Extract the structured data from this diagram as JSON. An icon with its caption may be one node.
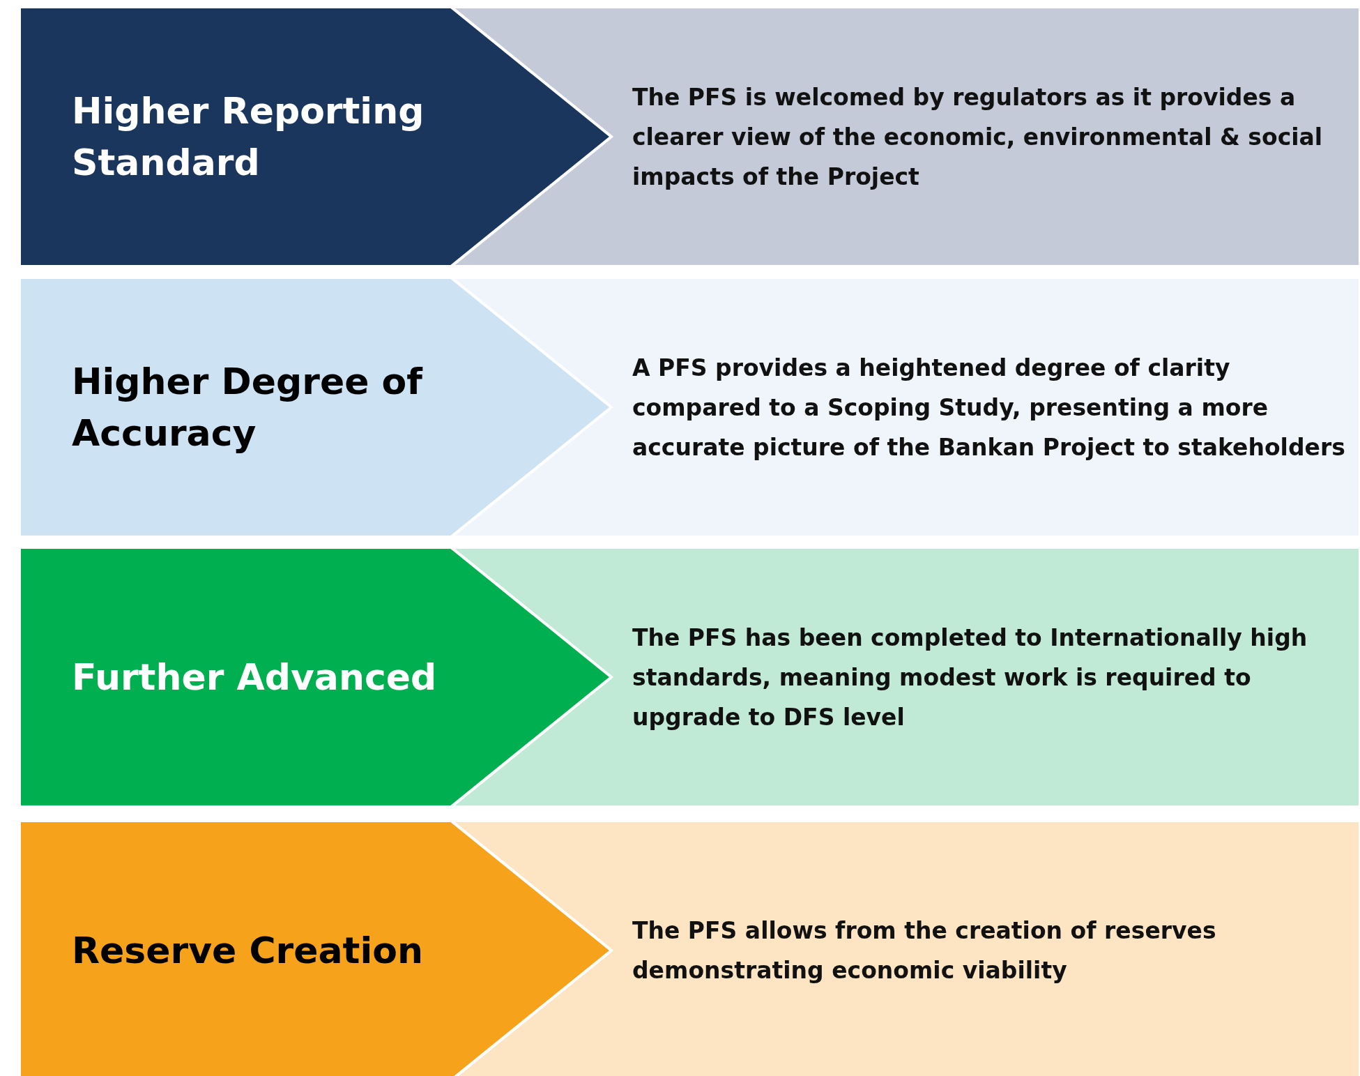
{
  "diagram": {
    "nodes": [
      {
        "text": [
          "Higher Reporting Standard"
        ]
      },
      {
        "text": [
          "The PFS is welcomed by regulators as it provides a clearer view of the economic, environmental & social impacts of the Project"
        ]
      },
      {
        "text": [
          "Higher Degree of Accuracy"
        ]
      },
      {
        "text": [
          "A PFS provides a heightened degree of clarity compared to a Scoping Study, presenting a more accurate picture of the Bankan Project to stakeholders"
        ]
      },
      {
        "text": [
          "Further Advanced"
        ]
      },
      {
        "text": [
          "The PFS has been completed to Internationally high standards, meaning modest work is required to upgrade to DFS level"
        ]
      },
      {
        "text": [
          "Reserve Creation"
        ]
      },
      {
        "text": [
          "The PFS allows from the creation of reserves demonstrating economic viability"
        ]
      }
    ]
  }
}
